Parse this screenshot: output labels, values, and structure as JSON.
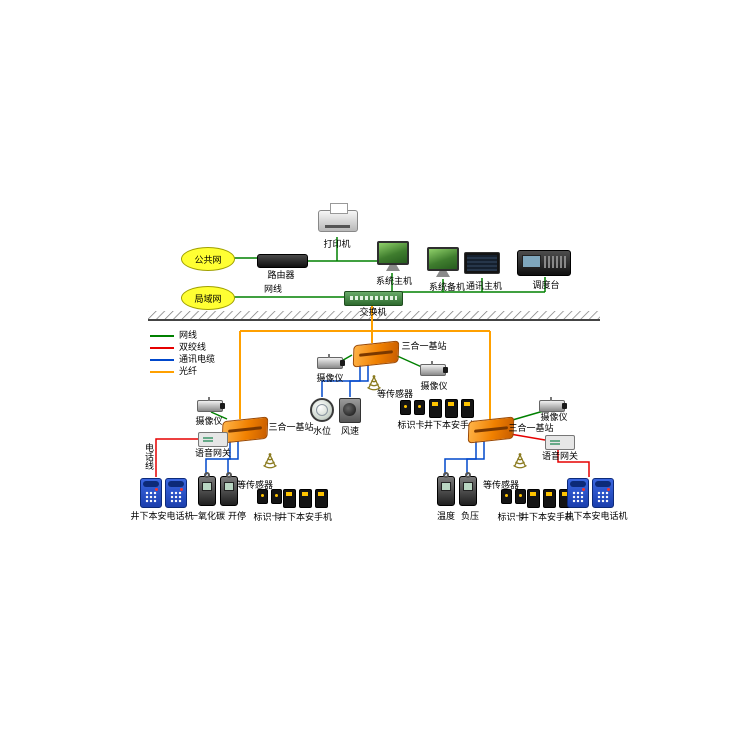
{
  "colors": {
    "network_cable": "#008000",
    "twisted_pair": "#e60000",
    "comm_cable": "#0048cc",
    "fiber": "#ffa000",
    "base_station": "#f08000",
    "net_cloud_fill": "#ffff33"
  },
  "top": {
    "printer_label": "打印机",
    "public_net_label": "公共网",
    "router_label": "路由器",
    "system_host_label": "系统主机",
    "system_backup_label": "系统备机",
    "comm_host_label": "通讯主机",
    "dispatch_label": "调度台",
    "lan_label": "局域网",
    "cable_label": "网线",
    "switch_label": "交换机"
  },
  "legend": {
    "items": [
      {
        "label": "网线",
        "color": "#008000"
      },
      {
        "label": "双绞线",
        "color": "#e60000"
      },
      {
        "label": "通讯电缆",
        "color": "#0048cc"
      },
      {
        "label": "光纤",
        "color": "#ffa000"
      }
    ]
  },
  "center_group": {
    "base_station_label": "三合一基站",
    "camera_left_label": "摄像仪",
    "camera_right_label": "摄像仪",
    "sensors_label": "等传感器",
    "water_label": "水位",
    "wind_label": "风速",
    "tag_label": "标识卡",
    "handset_label": "井下本安手机"
  },
  "left_group": {
    "camera_label": "摄像仪",
    "base_station_label": "三合一基站",
    "gateway_label": "语音网关",
    "phone_line_label": "电话线",
    "telephone_label": "井下本安电话机",
    "co_label": "一氧化碳",
    "onoff_label": "开停",
    "sensors_label": "等传感器",
    "tag_label": "标识卡",
    "handset_label": "井下本安手机"
  },
  "right_group": {
    "base_station_label": "三合一基站",
    "camera_label": "摄像仪",
    "gateway_label": "语音网关",
    "temp_label": "温度",
    "pressure_label": "负压",
    "sensors_label": "等传感器",
    "tag_label": "标识卡",
    "handset_label": "井下本安手机",
    "telephone_label": "井下本安电话机"
  }
}
